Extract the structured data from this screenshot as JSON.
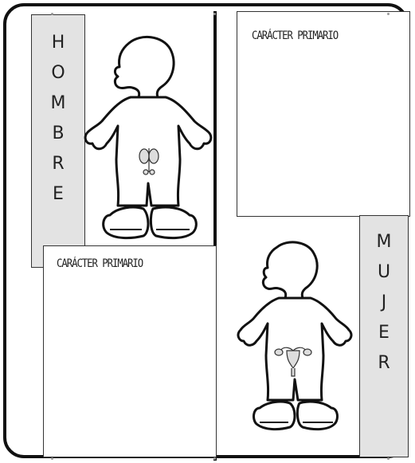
{
  "left_panel": {
    "gender_letters": [
      "H",
      "O",
      "M",
      "B",
      "R",
      "E"
    ],
    "box_title": "CARÁCTER PRIMARIO"
  },
  "right_panel": {
    "gender_letters": [
      "M",
      "U",
      "J",
      "E",
      "R"
    ],
    "box_title": "CARÁCTER PRIMARIO"
  },
  "icons": {
    "boy": "boy-figure-icon",
    "girl": "girl-figure-icon",
    "male_organ": "male-reproductive-organ-icon",
    "female_organ": "female-reproductive-organ-icon"
  }
}
